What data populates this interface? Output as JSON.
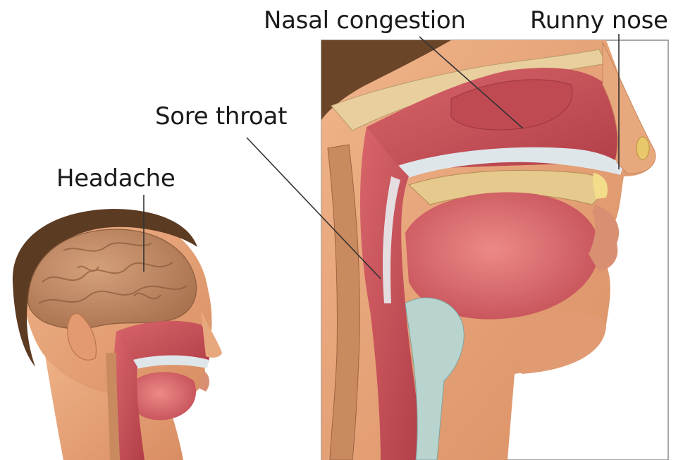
{
  "labels": {
    "nasal_congestion": "Nasal congestion",
    "runny_nose": "Runny nose",
    "sore_throat": "Sore throat",
    "headache": "Headache"
  },
  "colors": {
    "tissue_red": "#c9525a",
    "skin": "#e8a57a",
    "brain": "#b98863",
    "hair": "#5c3b23",
    "mucus": "#dfe6ea",
    "label_text": "#1a1a1a"
  }
}
